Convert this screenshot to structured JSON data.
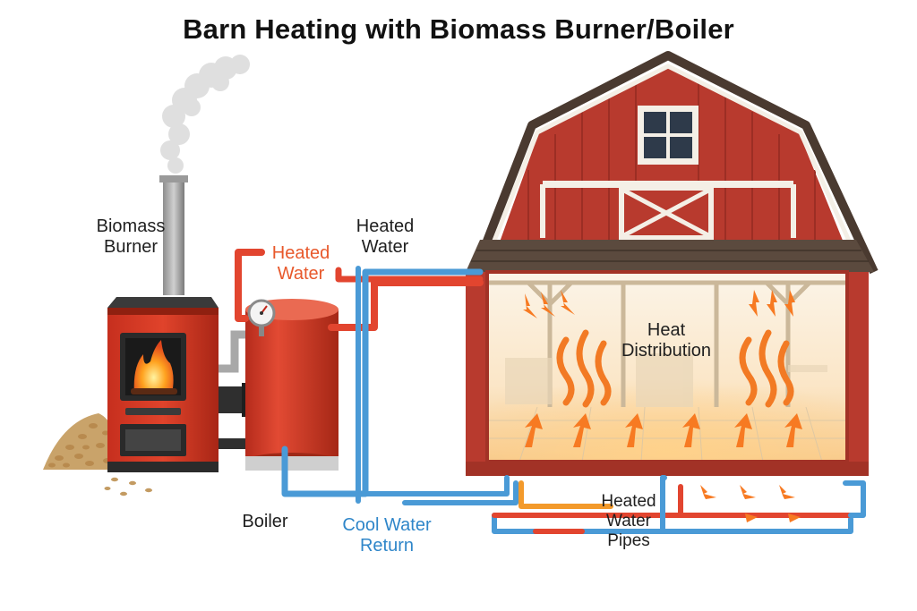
{
  "title": "Barn Heating with Biomass Burner/Boiler",
  "labels": {
    "biomass_burner": "Biomass\nBurner",
    "heated_water_red": "Heated\nWater",
    "heated_water_black": "Heated\nWater",
    "heat_distribution": "Heat\nDistribution",
    "boiler": "Boiler",
    "cool_water_return": "Cool Water\nReturn",
    "heated_water_pipes": "Heated\nWater\nPipes"
  },
  "colors": {
    "barn_red": "#b83a2e",
    "barn_trim": "#f4efe6",
    "roof": "#5b4a3e",
    "burner_red": "#d63a25",
    "boiler_red": "#d9402b",
    "hot_pipe": "#e2452f",
    "cool_pipe": "#4a9ad6",
    "heat_arrow": "#f77a22",
    "pellets": "#c9a36a",
    "smoke": "#d9d9d9"
  },
  "icons": [
    "smoke-plume-icon",
    "flame-icon",
    "pressure-gauge-icon",
    "heat-wave-icon",
    "heat-arrow-icon",
    "pellet-pile-icon",
    "barn-window-icon"
  ]
}
